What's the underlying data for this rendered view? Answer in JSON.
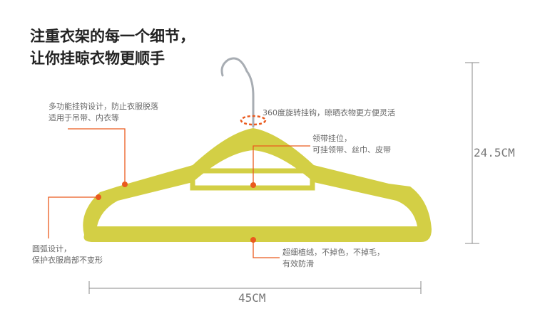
{
  "headline": {
    "line1": "注重衣架的每一个细节，",
    "line2": "让你挂晾衣物更顺手"
  },
  "callouts": {
    "hook_notch": {
      "line1": "多功能挂钩设计，防止衣服脱落",
      "line2": "适用于吊带、内衣等"
    },
    "rotation": {
      "line1": "360度旋转挂钩，晾晒衣物更方便灵活"
    },
    "tie_bar": {
      "line1": "领带挂位，",
      "line2": "可挂领带、丝巾、皮带"
    },
    "arc": {
      "line1": "圆弧设计，",
      "line2": "保护衣服肩部不变形"
    },
    "flocking": {
      "line1": "超细植绒，不掉色，不掉毛，",
      "line2": "有效防滑"
    }
  },
  "dimensions": {
    "height": "24.5CM",
    "width": "45CM"
  },
  "colors": {
    "hanger": "#d3cf45",
    "accent": "#ea5a1e",
    "hook": "#a8adb3"
  }
}
